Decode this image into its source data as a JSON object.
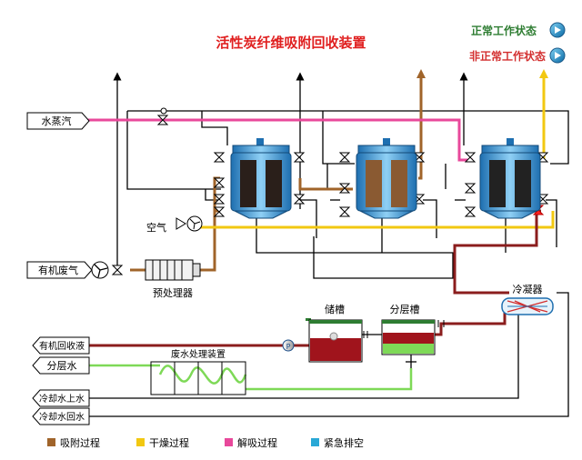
{
  "title": "活性炭纤维吸附回收装置",
  "status": {
    "normal_label": "正常工作状态",
    "abnormal_label": "非正常工作状态",
    "normal_color": "#2e7d32",
    "abnormal_color": "#d32f2f"
  },
  "inputs": {
    "steam": "水蒸汽",
    "organic_gas": "有机废气",
    "air": "空气",
    "organic_recovery": "有机回收液",
    "layer_water": "分层水",
    "cooling_in": "冷却水上水",
    "cooling_out": "冷却水回水"
  },
  "equipment": {
    "pretreatment": "预处理器",
    "storage_tank": "储槽",
    "separator_tank": "分层槽",
    "condenser": "冷凝器",
    "wastewater_unit": "废水处理装置",
    "pump": "P"
  },
  "legend": [
    {
      "label": "吸附过程",
      "color": "#a0642a"
    },
    {
      "label": "干燥过程",
      "color": "#f2c811"
    },
    {
      "label": "解吸过程",
      "color": "#e8489b"
    },
    {
      "label": "紧急排空",
      "color": "#29a8d6"
    }
  ]
}
